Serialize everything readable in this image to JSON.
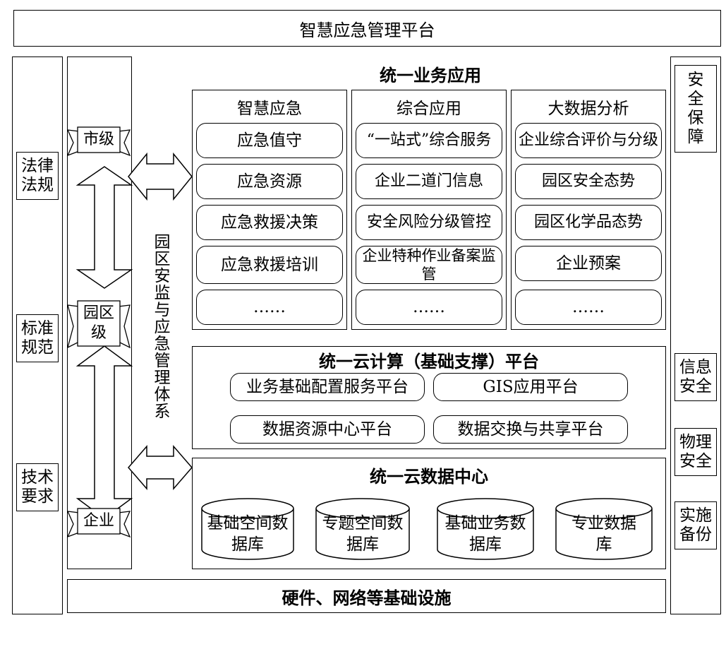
{
  "title": "智慧应急管理平台",
  "left_column": {
    "items": [
      "法律法规",
      "标准规范",
      "技术要求"
    ]
  },
  "levels": {
    "city": "市级",
    "park": "园区级",
    "enterprise": "企业",
    "system": "园区安监与应急管理体系"
  },
  "app_layer": {
    "title": "统一业务应用",
    "columns": [
      {
        "title": "智慧应急",
        "items": [
          "应急值守",
          "应急资源",
          "应急救援决策",
          "应急救援培训",
          "……"
        ]
      },
      {
        "title": "综合应用",
        "items": [
          "“一站式”综合服务",
          "企业二道门信息",
          "安全风险分级管控",
          "企业特种作业备案监管",
          "……"
        ]
      },
      {
        "title": "大数据分析",
        "items": [
          "企业综合评价与分级",
          "园区安全态势",
          "园区化学品态势",
          "企业预案",
          "……"
        ]
      }
    ]
  },
  "cloud_platform": {
    "title": "统一云计算（基础支撑）平台",
    "items": [
      "业务基础配置服务平台",
      "GIS应用平台",
      "数据资源中心平台",
      "数据交换与共享平台"
    ]
  },
  "data_center": {
    "title": "统一云数据中心",
    "databases": [
      "基础空间数据库",
      "专题空间数据库",
      "基础业务数据库",
      "专业数据库"
    ]
  },
  "infrastructure": "硬件、网络等基础设施",
  "right_column": {
    "items": [
      "安全保障",
      "信息安全",
      "物理安全",
      "实施备份"
    ]
  }
}
